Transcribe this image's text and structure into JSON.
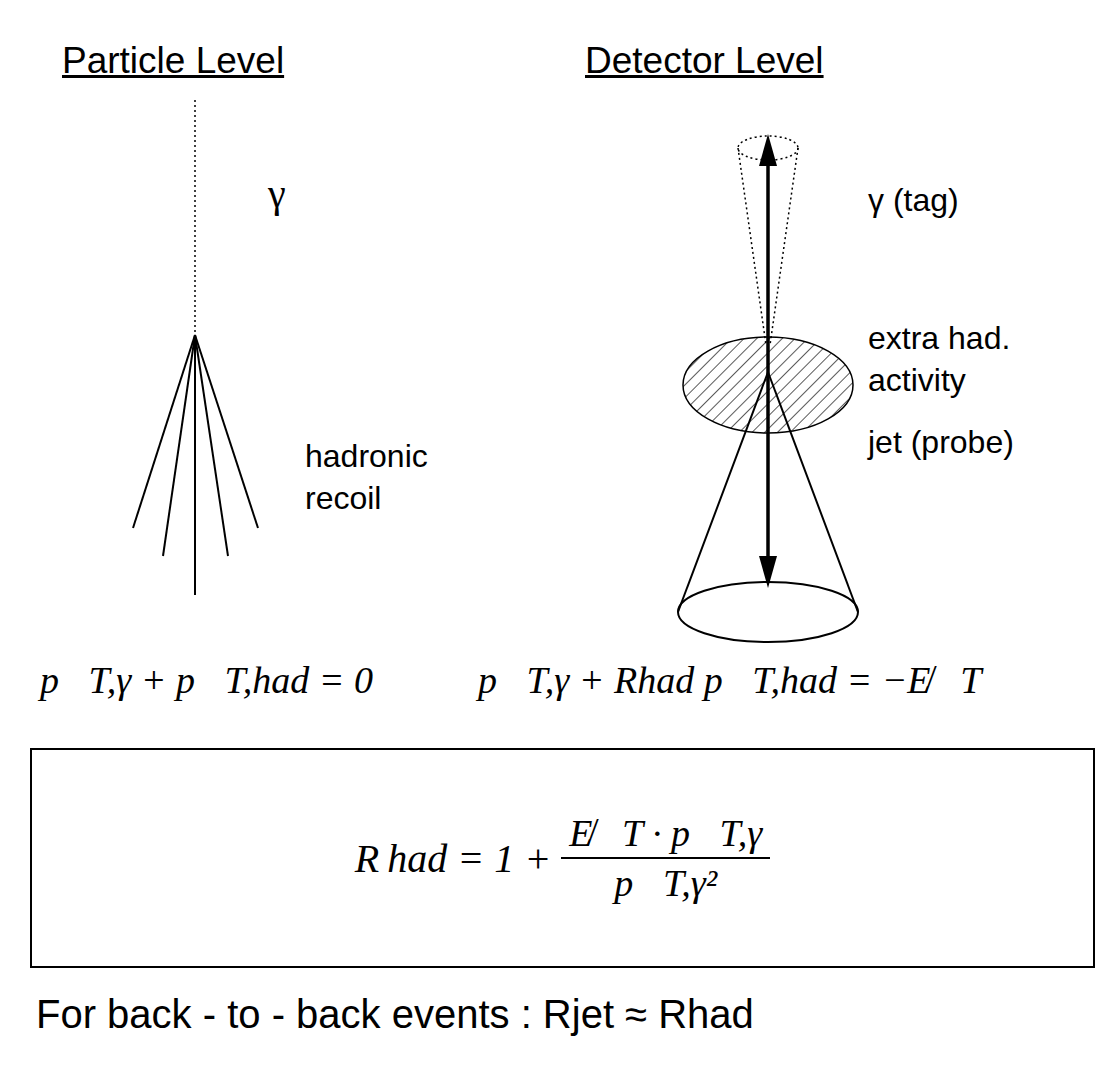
{
  "diagram": {
    "nodes": [
      {
        "text": [
          "R had = 1 +",
          "E̸⃗T · p⃗T,γ",
          "p⃗T,γ²"
        ]
      }
    ],
    "labels": [
      "Particle Level",
      "Detector Level",
      "γ",
      "hadronic recoil",
      "γ (tag)",
      "extra had. activity",
      "jet (probe)",
      "p⃗T,γ + p⃗T,had = 0⃗",
      "p⃗T,γ + Rhad p⃗T,had = −E̸⃗T",
      "For back - to - back events : Rjet ≈ Rhad"
    ]
  }
}
